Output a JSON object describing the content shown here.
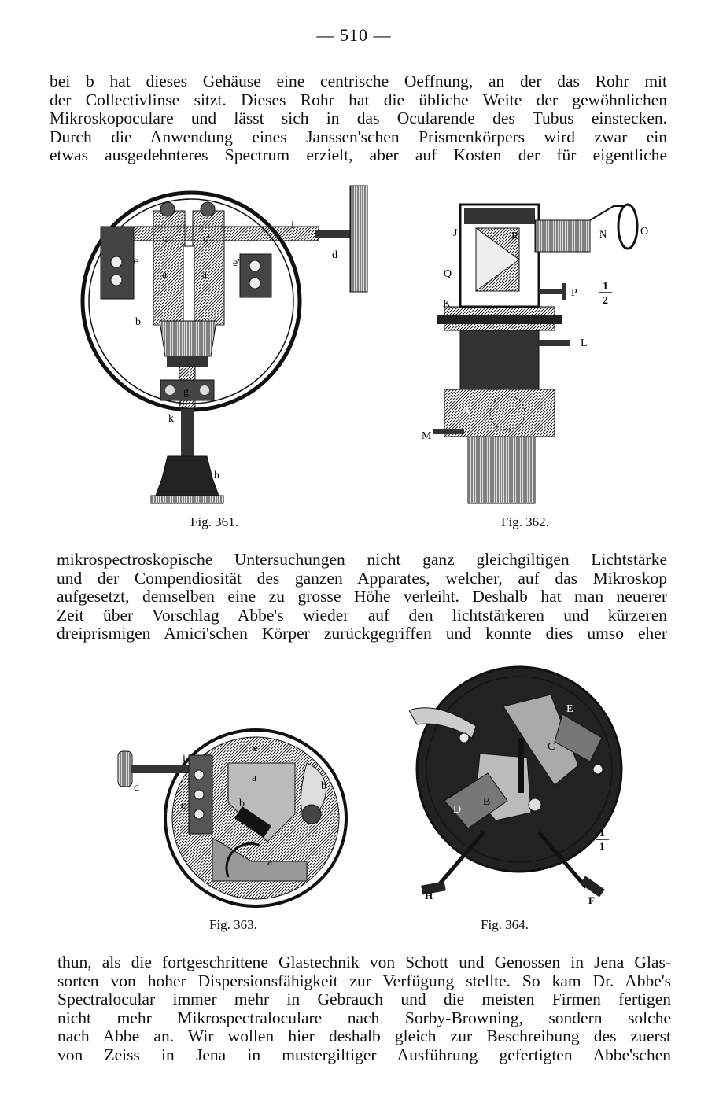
{
  "page_number": "— 510 —",
  "paragraphs": [
    {
      "lines": [
        "bei b hat dieses Gehäuse eine centrische Oeffnung, an der das Rohr mit",
        "der Collectivlinse sitzt. Dieses Rohr hat die übliche Weite der gewöhnlichen",
        "Mikroskopoculare und lässt sich in das Ocularende des Tubus einstecken.",
        "Durch die Anwendung eines Janssen'schen Prismenkörpers wird zwar ein",
        "etwas ausgedehnteres Spectrum erzielt, aber auf Kosten der für eigentliche"
      ]
    },
    {
      "lines": [
        "mikrospectroskopische Untersuchungen nicht ganz gleichgiltigen Lichtstärke",
        "und der Compendiosität des ganzen Apparates, welcher, auf das Mikroskop",
        "aufgesetzt, demselben eine zu grosse Höhe verleiht. Deshalb hat man neuerer",
        "Zeit über Vorschlag Abbe's wieder auf den lichtstärkeren und kürzeren",
        "dreiprismigen Amici'schen Körper zurückgegriffen und konnte dies umso eher"
      ]
    },
    {
      "lines": [
        "thun, als die fortgeschrittene Glastechnik von Schott und Genossen in Jena Glas-",
        "sorten von hoher Dispersionsfähigkeit zur Verfügung stellte. So kam Dr. Abbe's",
        "Spectralocular immer mehr in Gebrauch und die meisten Firmen fertigen",
        "nicht mehr Mikrospectraloculare nach Sorby-Browning, sondern solche",
        "nach Abbe an. Wir wollen hier deshalb gleich zur Beschreibung des zuerst",
        "von Zeiss in Jena in mustergiltiger Ausführung gefertigten Abbe'schen"
      ]
    }
  ],
  "figures": {
    "fig361": {
      "caption": "Fig. 361.",
      "labels": {
        "e": "e",
        "e2": "e'",
        "c": "c",
        "c2": "c'",
        "a": "a",
        "a2": "a'",
        "d": "d",
        "i": "i",
        "b": "b",
        "g": "g",
        "k": "k",
        "h": "h"
      }
    },
    "fig362": {
      "caption": "Fig. 362.",
      "labels": {
        "J": "J",
        "R": "R",
        "N": "N",
        "O": "O",
        "Q": "Q",
        "P": "P",
        "K": "K",
        "L": "L",
        "A": "A",
        "M": "M"
      },
      "scale_num": "1",
      "scale_den": "2"
    },
    "fig363": {
      "caption": "Fig. 363.",
      "labels": {
        "d": "d",
        "i": "i",
        "c": "c",
        "e": "e",
        "a": "a",
        "b": "b",
        "b2": "b",
        "a2": "a"
      }
    },
    "fig364": {
      "caption": "Fig. 364.",
      "labels": {
        "E": "E",
        "C": "C",
        "D": "D",
        "B": "B",
        "H": "H",
        "F": "F"
      },
      "scale_num": "1",
      "scale_den": "1"
    }
  }
}
